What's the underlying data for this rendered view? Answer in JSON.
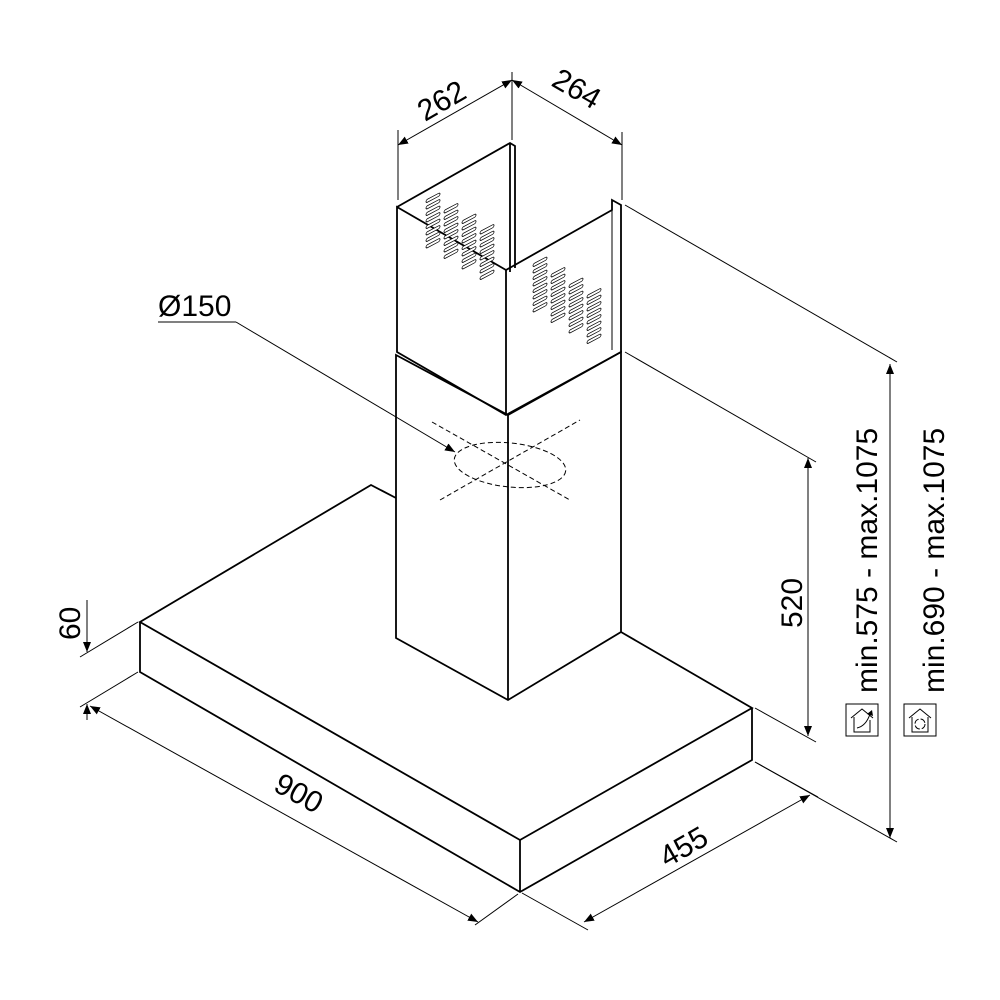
{
  "dimensions": {
    "chimney_width": "262",
    "chimney_depth": "264",
    "duct_diameter": "Ø150",
    "lower_chimney_height": "520",
    "height_ducted": "min.575 - max.1075",
    "height_recirculating": "min.690 - max.1075",
    "hood_thickness": "60",
    "hood_width": "900",
    "hood_depth": "455"
  },
  "icons": {
    "ducted": "house-extraction-icon",
    "recirculating": "house-recirculation-icon"
  },
  "colors": {
    "line": "#000000",
    "background": "#ffffff"
  }
}
